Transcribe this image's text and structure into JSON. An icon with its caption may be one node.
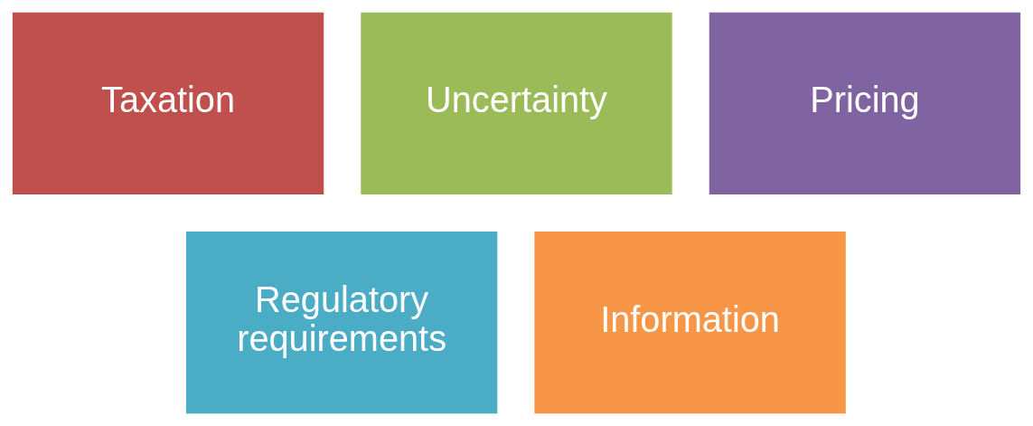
{
  "diagram": {
    "nodes": [
      {
        "text": [
          "Taxation"
        ]
      },
      {
        "text": [
          "Uncertainty"
        ]
      },
      {
        "text": [
          "Pricing"
        ]
      },
      {
        "text": [
          "Regulatory requirements"
        ]
      },
      {
        "text": [
          "Information"
        ]
      }
    ],
    "edges": []
  }
}
